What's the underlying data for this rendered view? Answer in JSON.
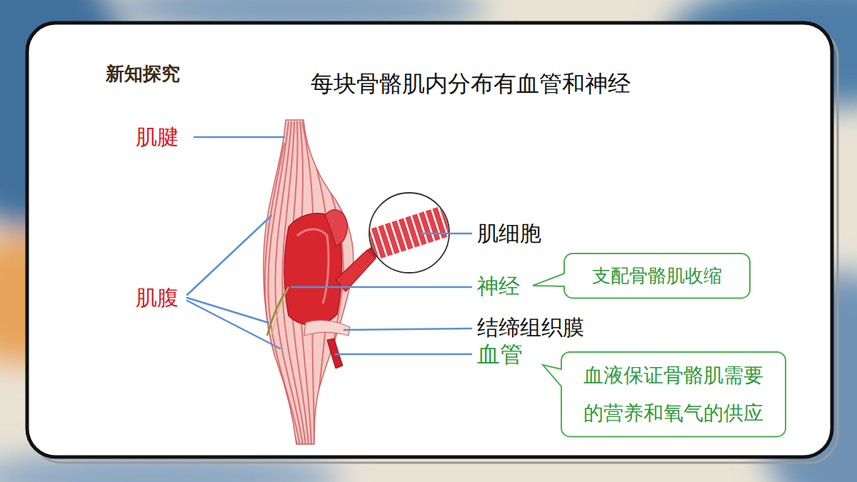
{
  "diagram": {
    "title": "每块骨骼肌内分布有血管和神经",
    "nodes": [
      {
        "text": [
          "支配骨骼肌收缩"
        ]
      },
      {
        "text": [
          "血液保证骨骼肌需要的营养和氧气的供应"
        ]
      }
    ],
    "labels": [
      "新知探究",
      "肌腱",
      "肌腹",
      "肌细胞",
      "神经",
      "结缔组织膜",
      "血管"
    ]
  }
}
